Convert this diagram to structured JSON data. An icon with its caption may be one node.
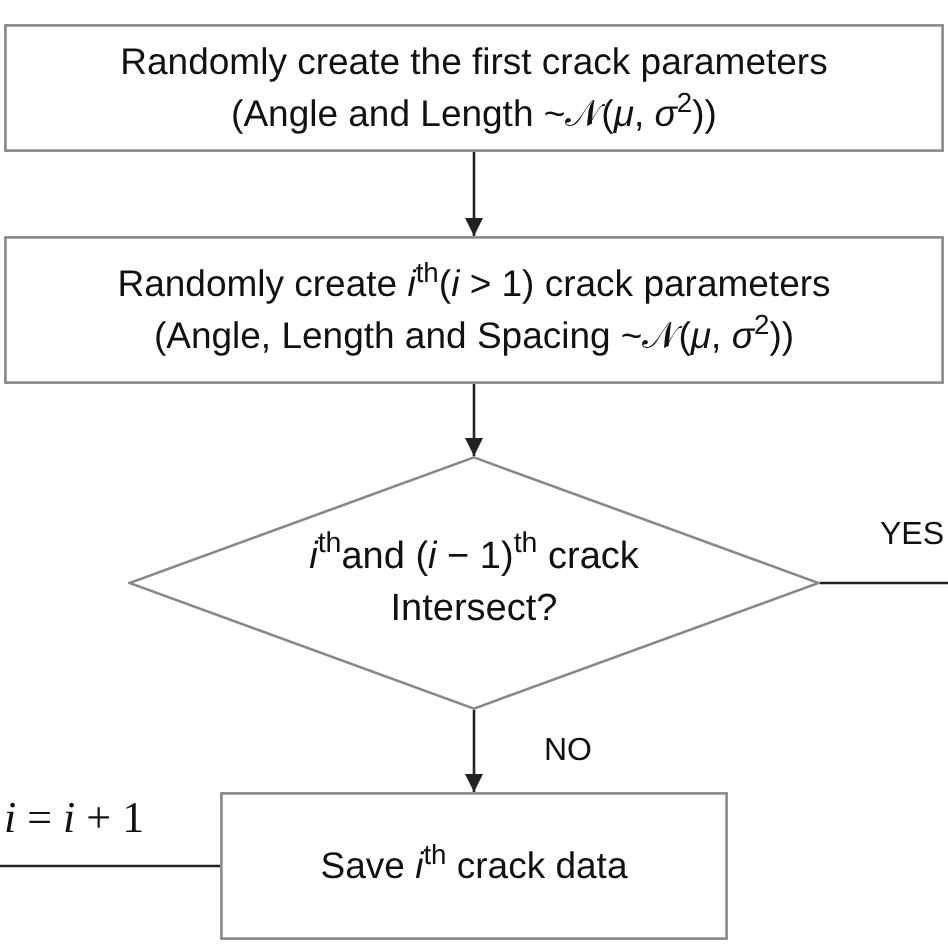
{
  "diagram": {
    "nodes": [
      {
        "text": [
          "Randomly create the first crack parameters",
          "(Angle and Length ~𝒩(*μ*, *σ*$^{2}$))"
        ]
      },
      {
        "text": [
          "Randomly create *i*$^{th}$(*i* > 1) crack parameters",
          "(Angle, Length and Spacing ~𝒩(*μ*, *σ*$^{2}$))"
        ]
      },
      {
        "text": [
          "*i*$^{th}$and (*i* − 1)$^{th}$ crack Intersect?"
        ]
      },
      {
        "text": [
          "Save *i*$^{th}$ crack data"
        ]
      }
    ],
    "edges": [
      {
        "from": 0,
        "to": 1,
        "arrow": "to"
      },
      {
        "from": 1,
        "to": 2,
        "arrow": "to"
      },
      {
        "from": 2,
        "to": 3,
        "arrow": "to",
        "label": "NO"
      },
      {
        "from": 2,
        "to": null,
        "arrow": "none",
        "label": "YES"
      },
      {
        "from": 3,
        "to": null,
        "arrow": "none",
        "label": "*i* = *i* + 1"
      }
    ]
  }
}
